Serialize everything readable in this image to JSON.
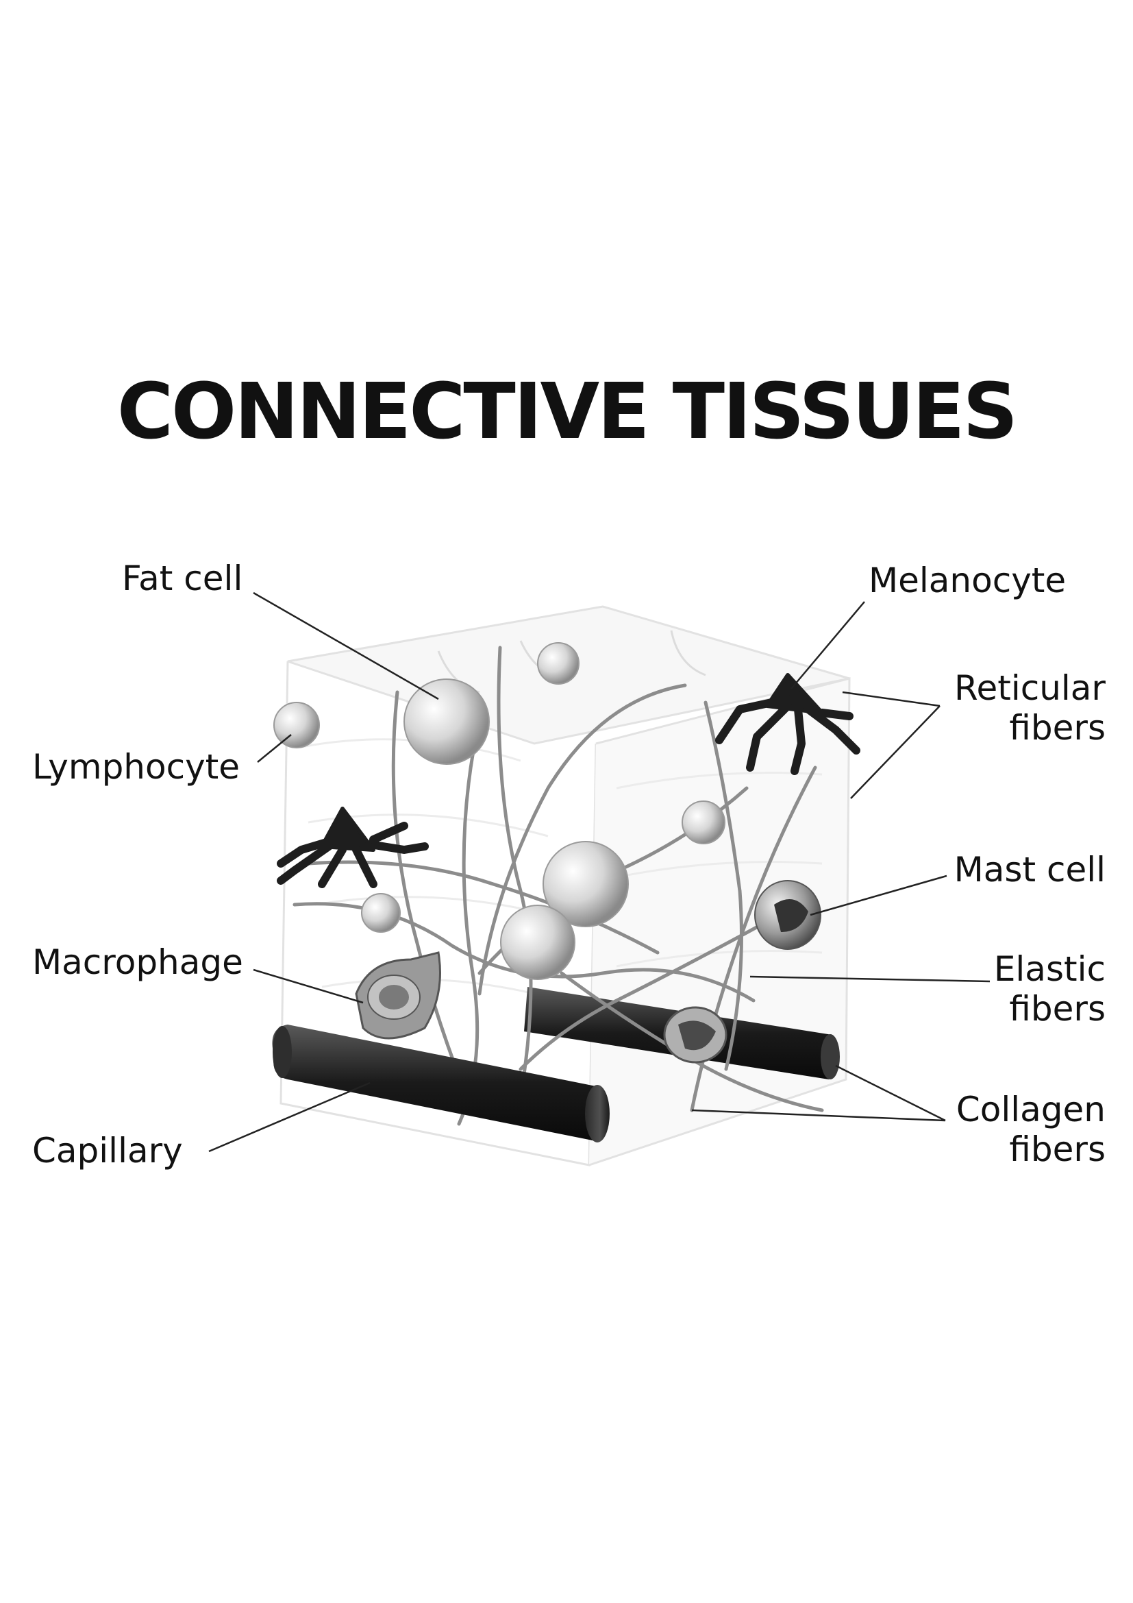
{
  "title": "CONNECTIVE TISSUES",
  "labels": {
    "fat_cell": "Fat cell",
    "lymphocyte": "Lymphocyte",
    "macrophage": "Macrophage",
    "capillary": "Capillary",
    "melanocyte": "Melanocyte",
    "reticular_fibers": [
      "Reticular",
      "fibers"
    ],
    "mast_cell": "Mast cell",
    "elastic_fibers": [
      "Elastic",
      "fibers"
    ],
    "collagen_fibers": [
      "Collagen",
      "fibers"
    ]
  },
  "colors": {
    "background": "#ffffff",
    "text": "#111111",
    "leader_line": "#222222",
    "dark_cell": "#1e1e1e",
    "fiber": "#8c8c8c",
    "cube_edge": "#e2e2e2"
  }
}
